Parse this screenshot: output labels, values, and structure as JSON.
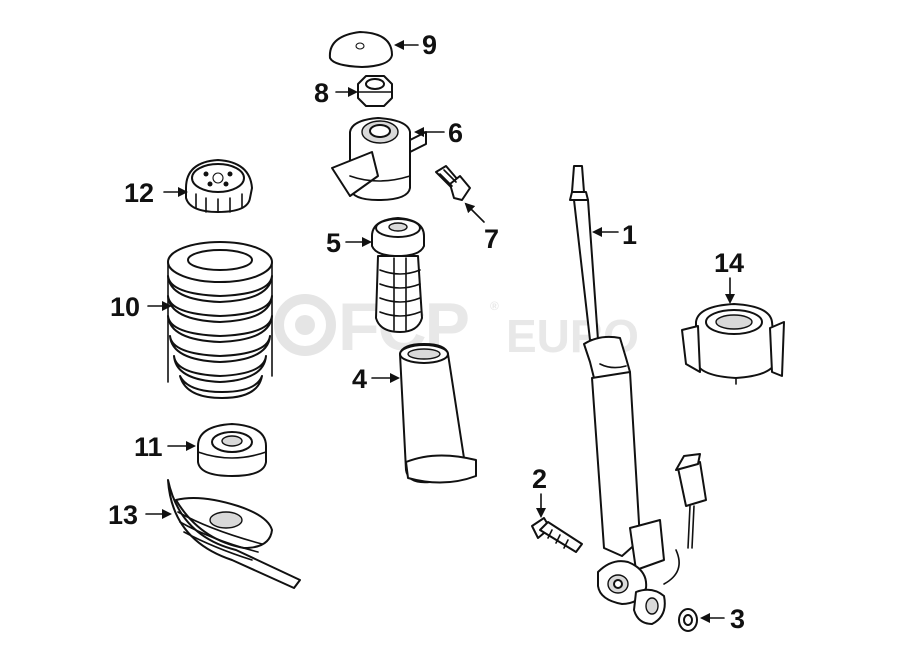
{
  "diagram": {
    "callouts": [
      "1",
      "2",
      "3",
      "4",
      "5",
      "6",
      "7",
      "8",
      "9",
      "10",
      "11",
      "12",
      "13",
      "14"
    ]
  },
  "watermark": {
    "brand_left": "FCP",
    "brand_right": "EURO",
    "registered_mark": "®"
  },
  "colors": {
    "line": "#111111",
    "background": "#ffffff",
    "watermark": "#e6e6e6"
  }
}
